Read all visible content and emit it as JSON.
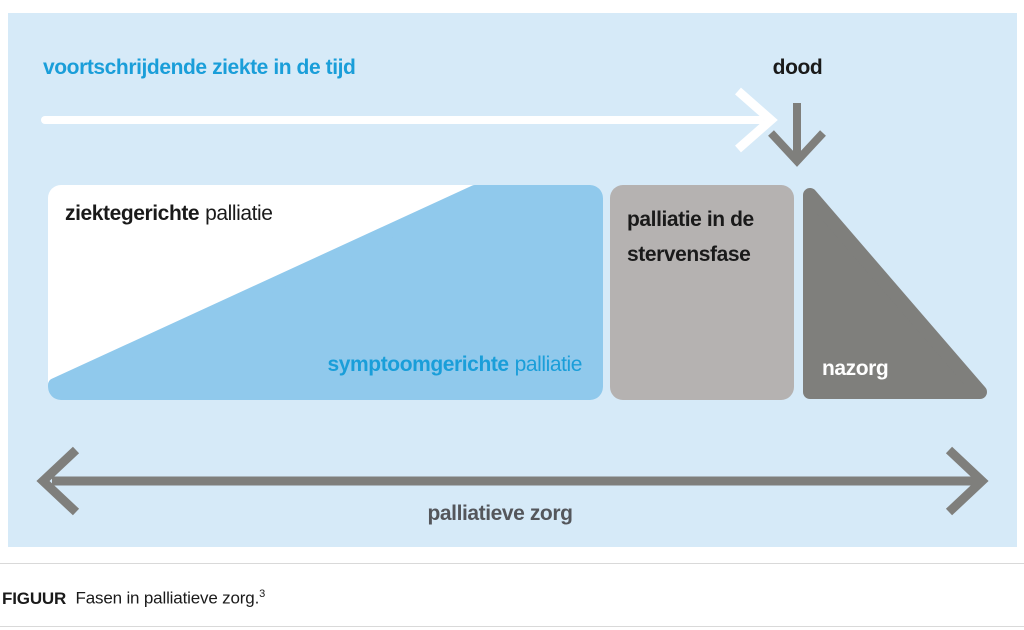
{
  "figure": {
    "progression_label": "voortschrijdende ziekte in de tijd",
    "death_label": "dood",
    "disease_oriented": {
      "emphasis": "ziektegerichte",
      "rest": "palliatie"
    },
    "symptom_oriented": {
      "emphasis": "symptoomgerichte",
      "rest": "palliatie"
    },
    "dying_phase": {
      "line1": "palliatie in de",
      "line2": "stervensfase"
    },
    "aftercare_label": "nazorg",
    "span_label": "palliatieve zorg"
  },
  "caption": {
    "tag": "FIGUUR",
    "text": "Fasen in palliatieve zorg.",
    "reference": "3"
  },
  "colors": {
    "panel_background": "#d6eaf8",
    "accent_cyan": "#1a9ed9",
    "symptom_blue": "#90c9ec",
    "dying_phase_gray": "#b5b2b1",
    "dark_gray": "#7f7f7c",
    "text_black": "#1a1a1a",
    "white": "#ffffff"
  }
}
